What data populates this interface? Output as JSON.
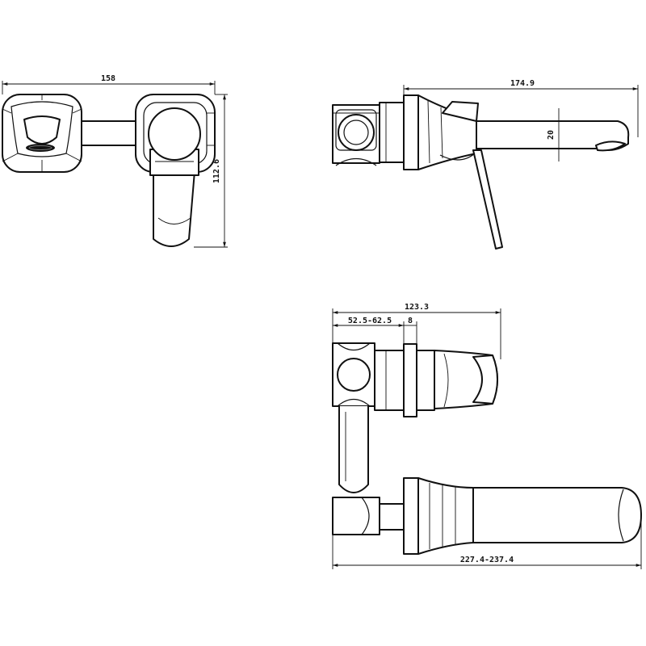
{
  "dimensions": {
    "front_width": "158",
    "front_height": "112.6",
    "side_length": "174.9",
    "side_spout_height": "20",
    "top_length": "123.3",
    "top_range": "52.5-62.5",
    "top_small": "8",
    "bottom_total": "227.4-237.4"
  }
}
